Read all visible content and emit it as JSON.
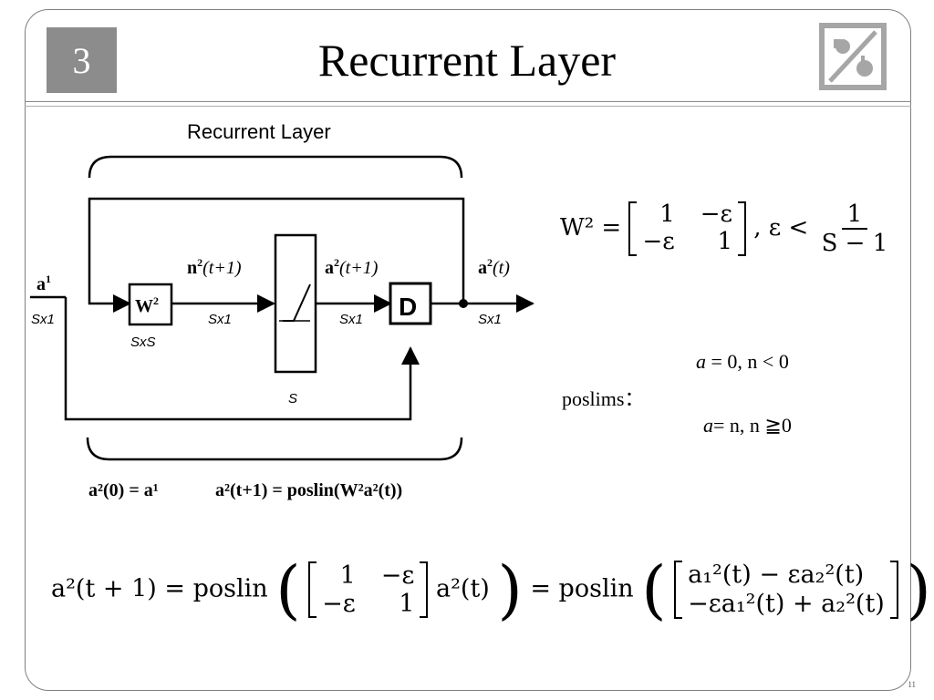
{
  "slide": {
    "number": "3",
    "title": "Recurrent Layer",
    "page": "11"
  },
  "diagram": {
    "title": "Recurrent Layer",
    "input_label": "a",
    "input_sup": "1",
    "input_dim": "Sx1",
    "weight_label": "W",
    "weight_sup": "2",
    "weight_dim": "SxS",
    "n_label": "n",
    "n_arg": "(t+1)",
    "n_dim": "Sx1",
    "transfer_label": "S",
    "a_next_label": "a",
    "a_next_arg": "(t+1)",
    "a_next_dim": "Sx1",
    "delay_label": "D",
    "output_label": "a",
    "output_arg": "(t)",
    "output_dim": "Sx1",
    "eq1": "a²(0) = a¹",
    "eq2": "a²(t+1) = poslin(W²a²(t))"
  },
  "weight_eq": {
    "lhs": "W² =",
    "m11": "1",
    "m12": "−ε",
    "m21": "−ε",
    "m22": "1",
    "cond": ", ε <",
    "frac_num": "1",
    "frac_den": "S − 1"
  },
  "poslims": {
    "label": "poslims：",
    "case1_var": "a",
    "case1_rest": " = 0, n < 0",
    "case2_var": "a",
    "case2_rest": "= n, n ≧0"
  },
  "bottom_eq": {
    "lhs": "a²(t + 1) = poslin",
    "m11": "1",
    "m12": "−ε",
    "m21": "−ε",
    "m22": "1",
    "vec_term": "a²(t)",
    "mid": "= poslin",
    "v1": "a₁²(t) − εa₂²(t)",
    "v2": "−εa₁²(t) + a₂²(t)"
  }
}
